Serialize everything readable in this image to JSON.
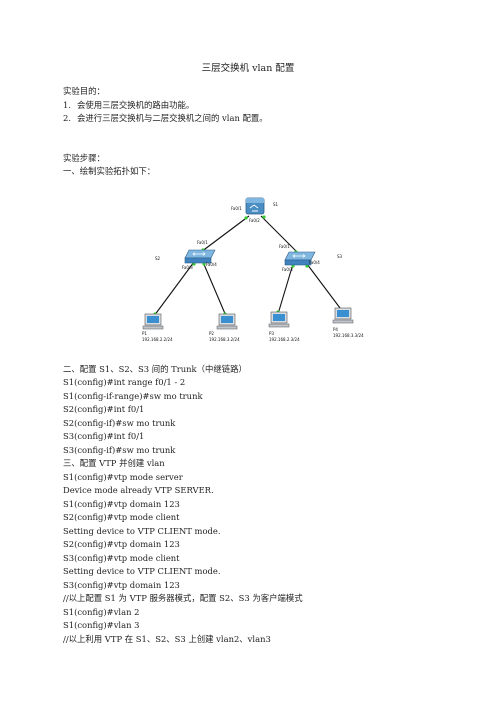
{
  "title": "三层交换机 vlan 配置",
  "objective_heading": "实验目的：",
  "objectives": [
    {
      "num": "1.",
      "text": "会使用三层交换机的路由功能。"
    },
    {
      "num": "2.",
      "text": "会进行三层交换机与二层交换机之间的 vlan 配置。"
    }
  ],
  "steps_heading": "实验步骤：",
  "step1": "一、绘制实验拓扑如下：",
  "diagram": {
    "s1": "S1",
    "s1_port_left": "Fa0/1",
    "s1_port_right": "Fa0/2",
    "s2": "S2",
    "s2_port_up": "Fa0/1",
    "s2_port_a": "Fa0/3",
    "s2_port_b": "Fa0/4",
    "s3": "S3",
    "s3_port_up": "Fa0/1",
    "s3_port_a": "Fa0/3",
    "s3_port_b": "Fa0/4",
    "pc1_name": "P1",
    "pc1_ip": "192.168.2.2/24",
    "pc2_name": "P2",
    "pc2_ip": "192.168.3.2/24",
    "pc3_name": "P3",
    "pc3_ip": "192.168.2.3/24",
    "pc4_name": "P4",
    "pc4_ip": "192.168.3.3/24"
  },
  "lines": [
    "二、配置 S1、S2、S3 间的 Trunk（中继链路）",
    "S1(config)#int range f0/1 - 2",
    "S1(config-if-range)#sw mo trunk",
    "S2(config)#int f0/1",
    "S2(config-if)#sw mo trunk",
    "S3(config)#int f0/1",
    "S3(config-if)#sw mo trunk",
    "三、配置 VTP 并创建 vlan",
    "S1(config)#vtp mode server",
    "Device mode already VTP SERVER.",
    "S1(config)#vtp domain 123",
    "S2(config)#vtp mode client",
    "Setting device to VTP CLIENT mode.",
    "S2(config)#vtp domain 123",
    "S3(config)#vtp mode client",
    "Setting device to VTP CLIENT mode.",
    "S3(config)#vtp domain 123",
    "//以上配置 S1 为 VTP 服务器模式，配置 S2、S3 为客户端模式",
    "S1(config)#vlan 2",
    "S1(config)#vlan 3",
    "//以上利用 VTP 在 S1、S2、S3 上创建 vlan2、vlan3"
  ],
  "colors": {
    "link": "#111111",
    "port_dot": "#33cc33",
    "switch": "#4a90c8",
    "pc_screen": "#3a8fd0"
  }
}
